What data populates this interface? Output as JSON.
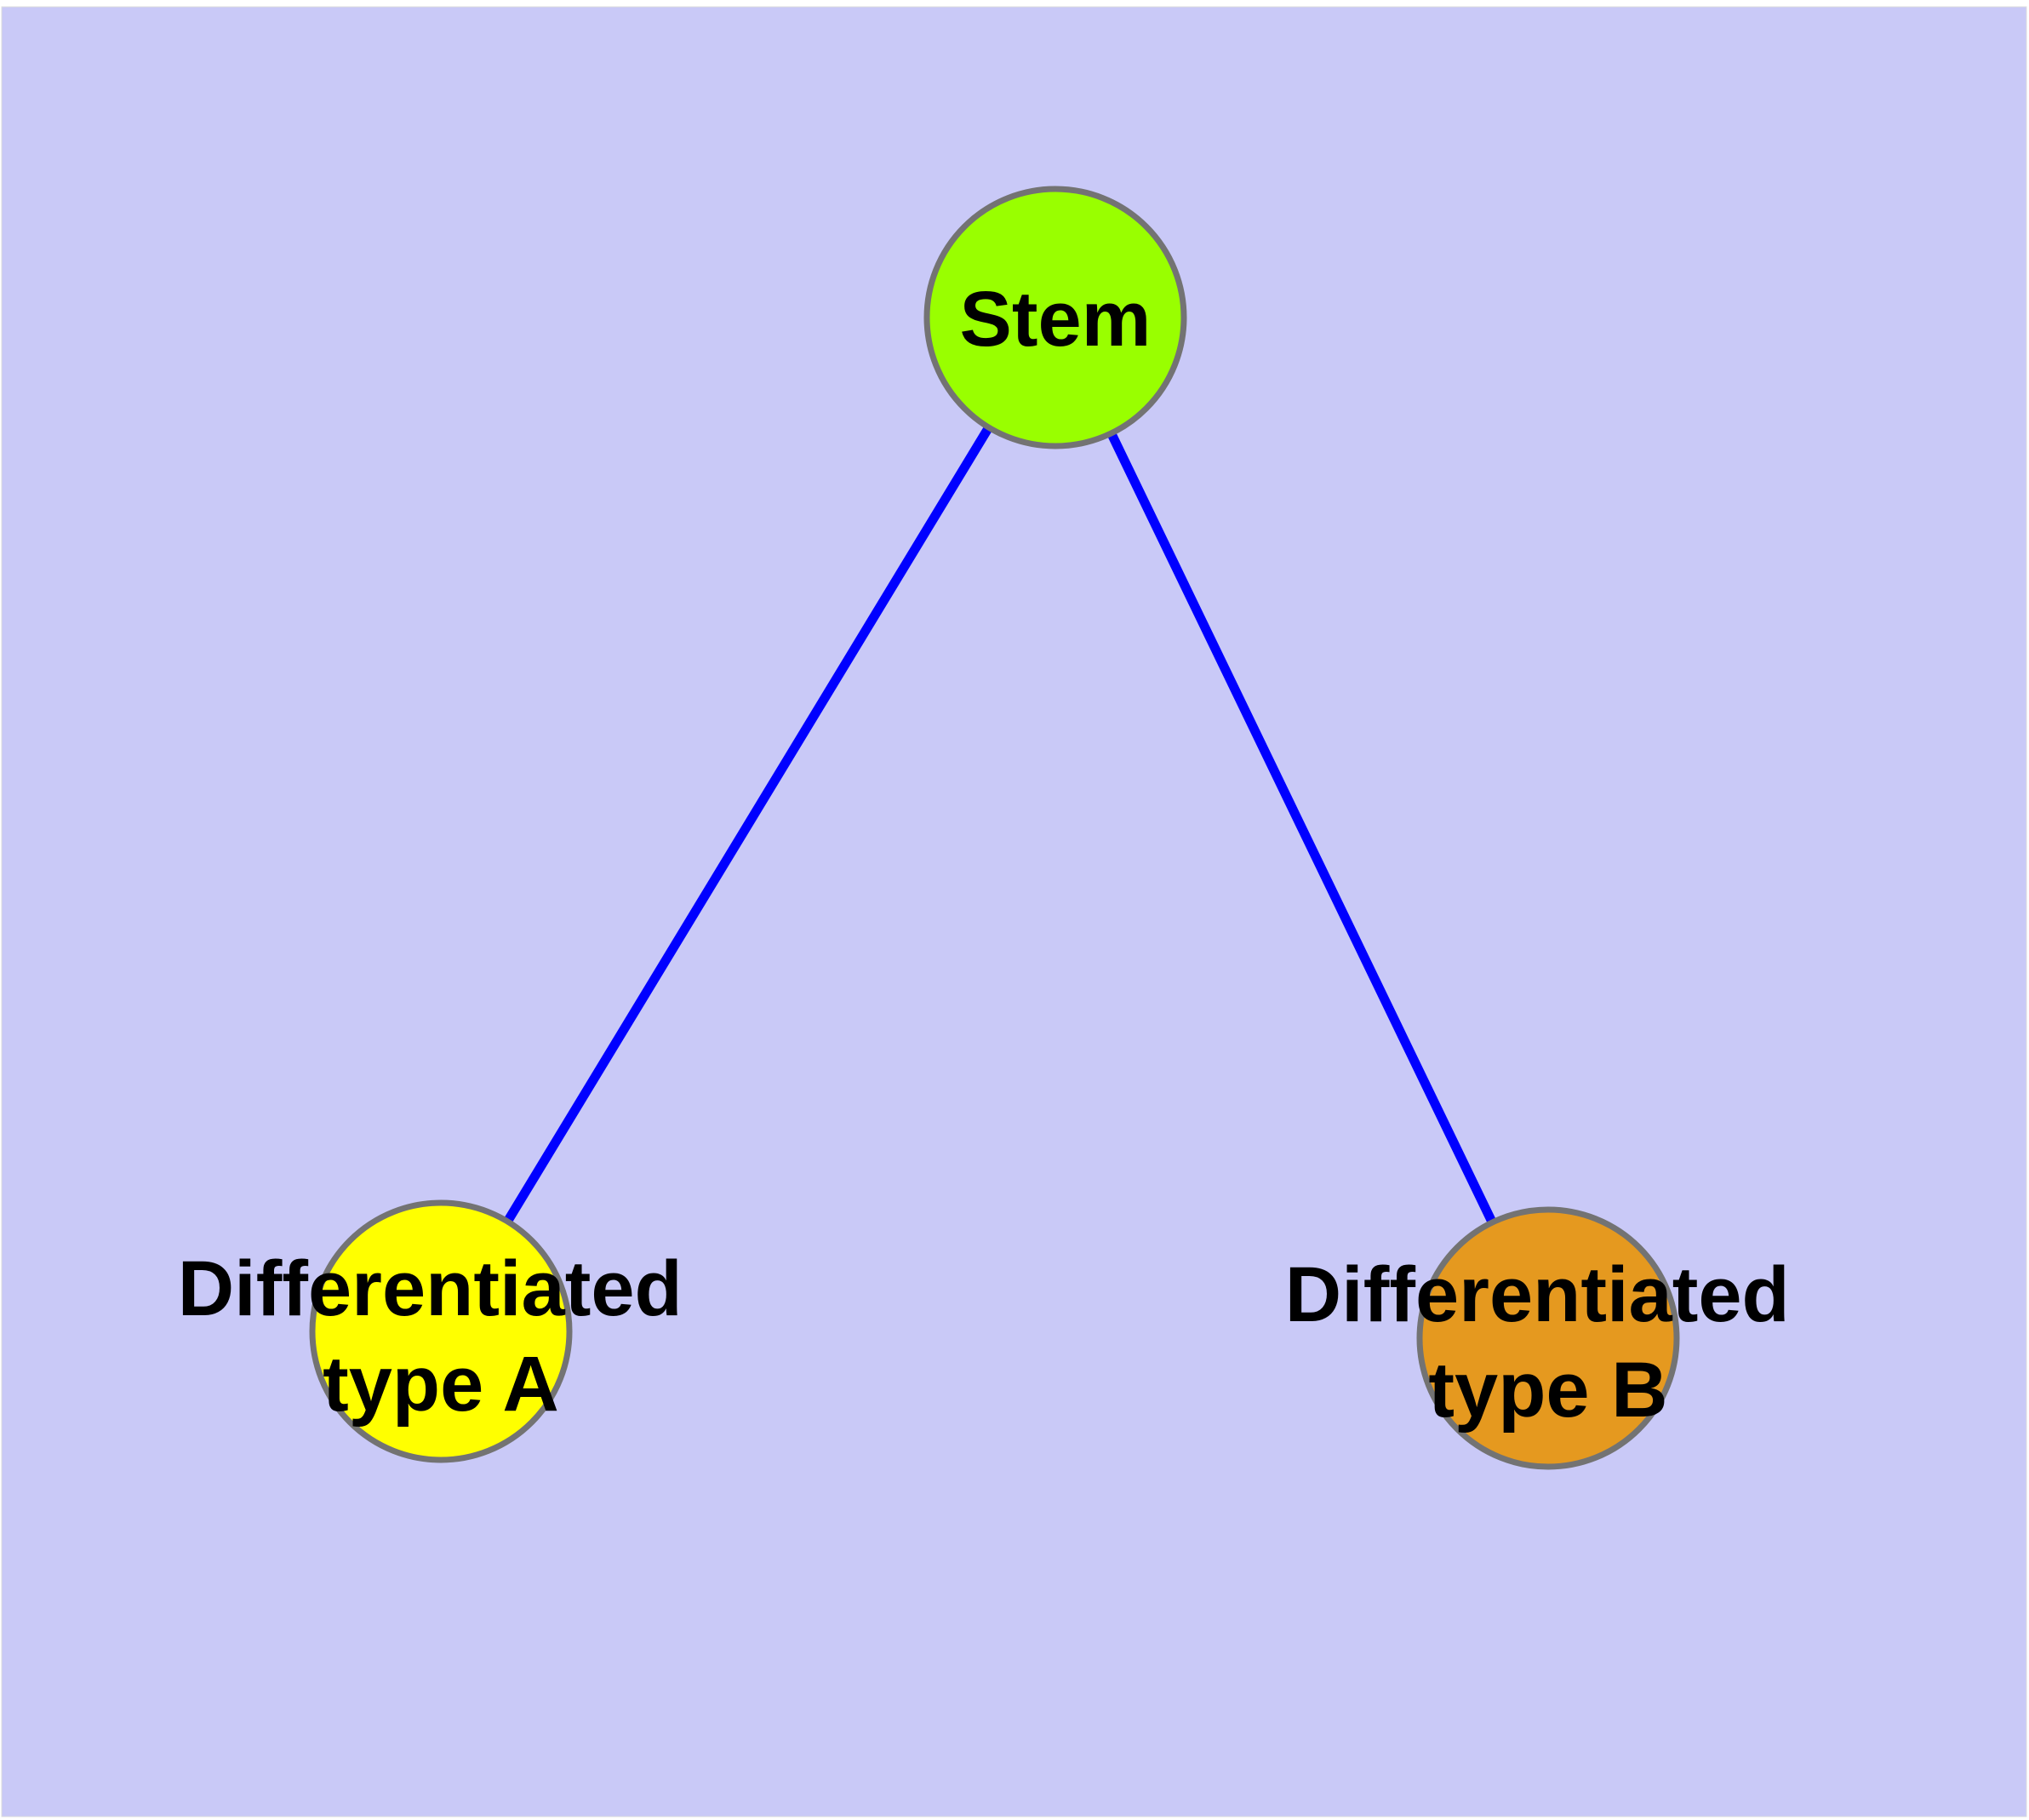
{
  "diagram": {
    "description": "Cell differentiation graph: a stem node branching to two differentiated cell types",
    "colors": {
      "page": "#ffffff",
      "canvas_background": "#c9c9f7",
      "canvas_border": "#dcdcdc",
      "edge": "#0000ff",
      "node_border": "#737373",
      "label_text": "#000000"
    },
    "nodes": [
      {
        "id": "stem",
        "label": "Stem",
        "fill": "#99ff00"
      },
      {
        "id": "type-a",
        "label_line1": "Differentiated",
        "label_line2": "type A",
        "fill": "#ffff00"
      },
      {
        "id": "type-b",
        "label_line1": "Differentiated",
        "label_line2": "type B",
        "fill": "#e5991f"
      }
    ],
    "edges": [
      {
        "from": "stem",
        "to": "type-a"
      },
      {
        "from": "stem",
        "to": "type-b"
      }
    ]
  }
}
